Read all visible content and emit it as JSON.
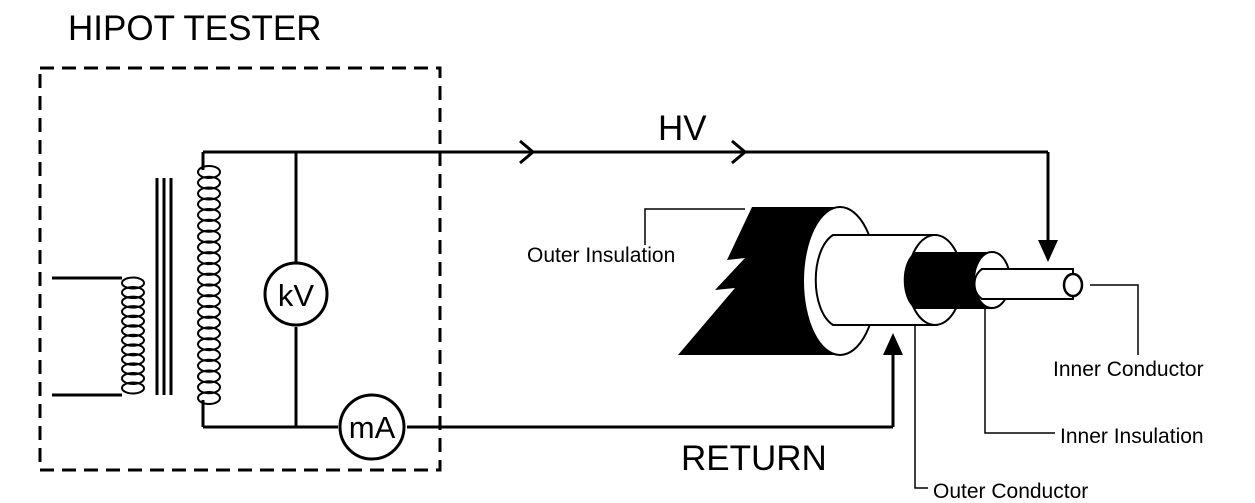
{
  "title": "HIPOT TESTER",
  "labels": {
    "hv": "HV",
    "return": "RETURN",
    "outer_insulation": "Outer Insulation",
    "inner_conductor": "Inner Conductor",
    "inner_insulation": "Inner Insulation",
    "outer_conductor": "Outer Conductor"
  },
  "meters": {
    "voltmeter": "kV",
    "ammeter": "mA"
  },
  "colors": {
    "ink": "#000000",
    "background": "#ffffff"
  }
}
